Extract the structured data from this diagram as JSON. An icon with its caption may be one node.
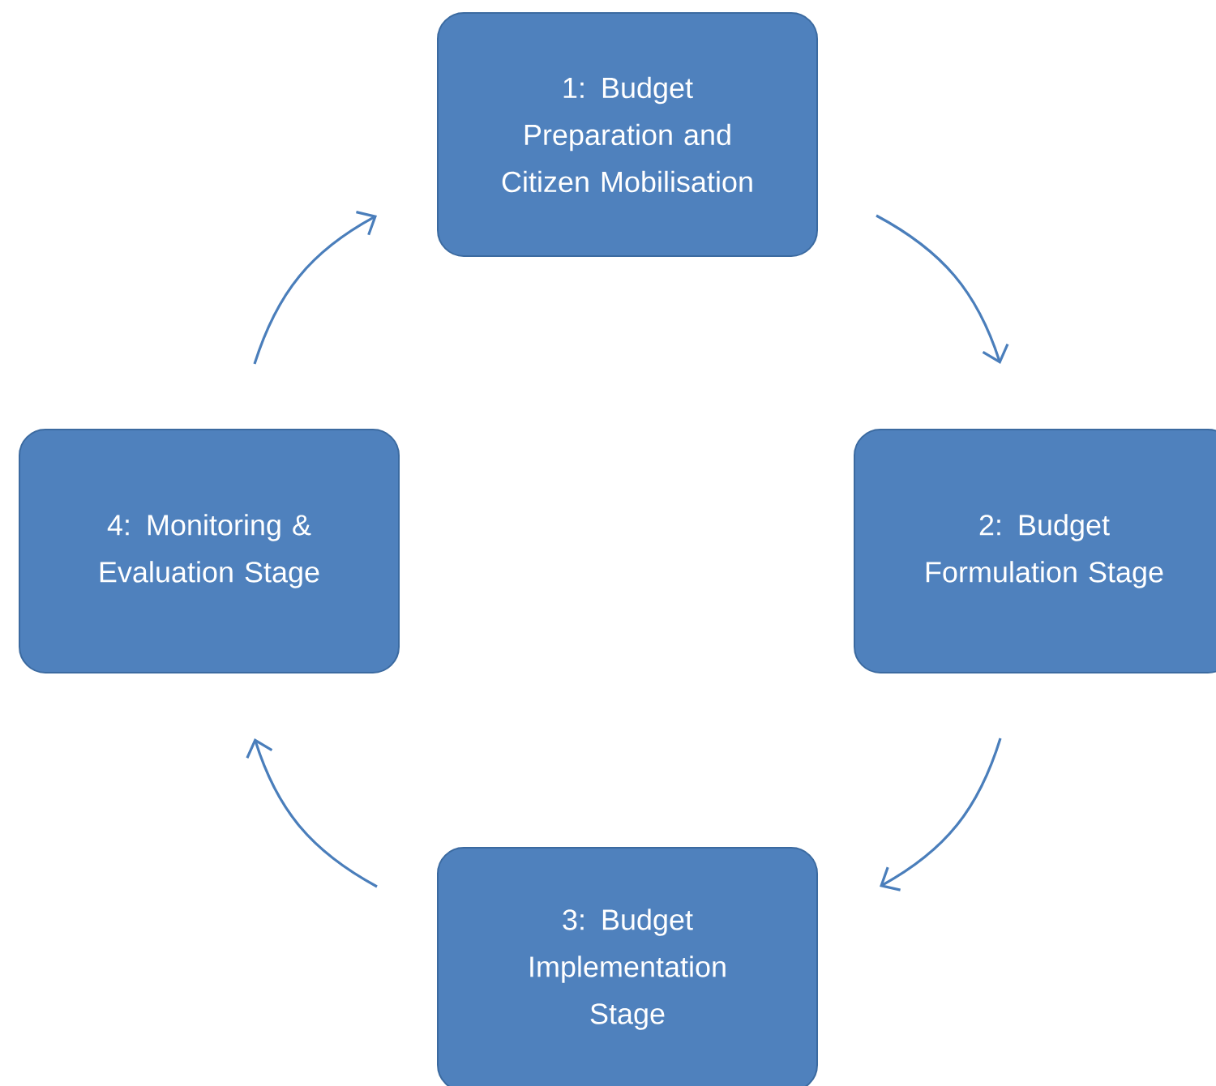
{
  "diagram": {
    "nodes": [
      {
        "text": [
          "1: Budget Preparation and Citizen Mobilisation"
        ]
      },
      {
        "text": [
          "2: Budget Formulation Stage"
        ]
      },
      {
        "text": [
          "3: Budget Implementation Stage"
        ]
      },
      {
        "text": [
          "4: Monitoring & Evaluation Stage"
        ]
      }
    ],
    "edges": [
      {
        "from": 0,
        "to": 1,
        "arrow": "to"
      },
      {
        "from": 1,
        "to": 2,
        "arrow": "to"
      },
      {
        "from": 2,
        "to": 3,
        "arrow": "to"
      },
      {
        "from": 3,
        "to": 0,
        "arrow": "to"
      }
    ]
  }
}
